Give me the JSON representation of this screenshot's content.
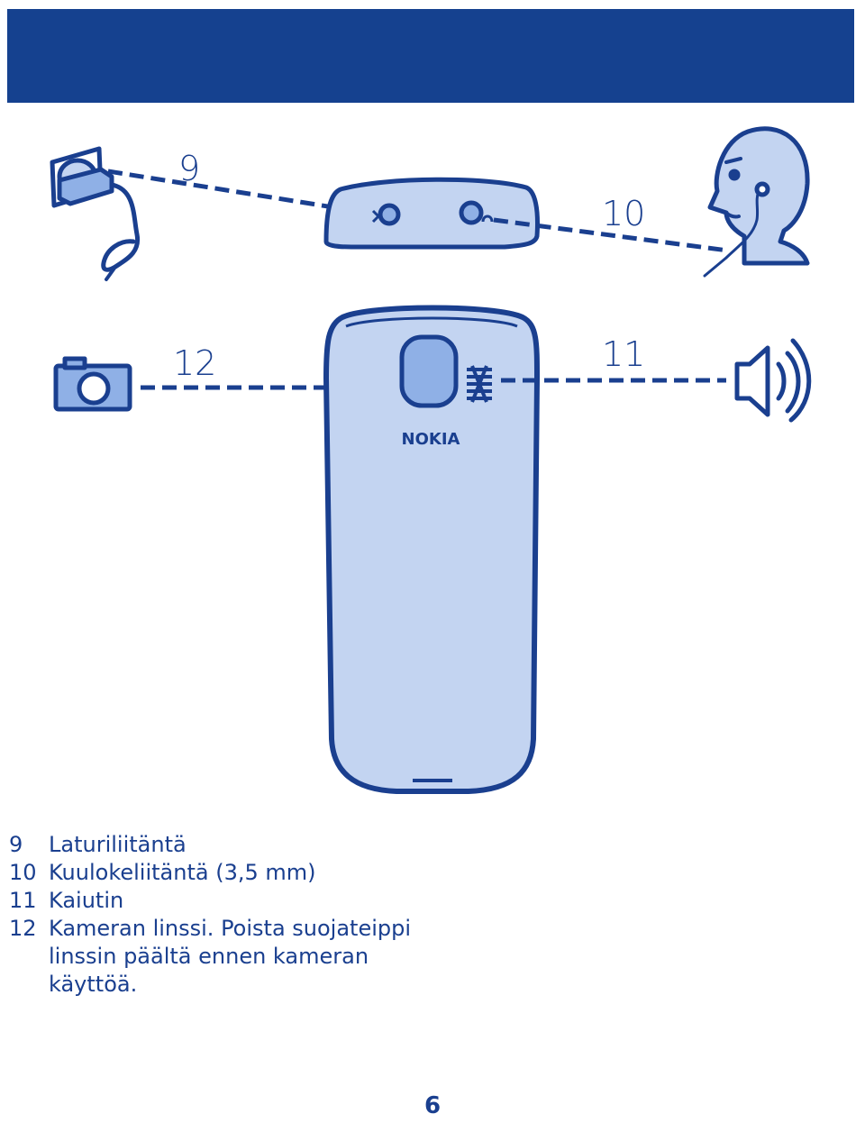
{
  "colors": {
    "header": "#15418f",
    "ink": "#1a3f8f",
    "fill_light": "#c3d4f1",
    "fill_mid": "#8fb0e6"
  },
  "illustration": {
    "callouts": {
      "c9": "9",
      "c10": "10",
      "c11": "11",
      "c12": "12"
    },
    "brand": "NOKIA",
    "icons": [
      "charger-plug-icon",
      "phone-top-edge",
      "person-headset-icon",
      "camera-icon",
      "phone-back",
      "speaker-icon"
    ]
  },
  "legend": [
    {
      "num": "9",
      "text": "Laturiliitäntä"
    },
    {
      "num": "10",
      "text": "Kuulokeliitäntä (3,5 mm)"
    },
    {
      "num": "11",
      "text": "Kaiutin"
    },
    {
      "num": "12",
      "text": "Kameran linssi. Poista suojateippi linssin päältä ennen kameran käyttöä."
    }
  ],
  "page_number": "6"
}
